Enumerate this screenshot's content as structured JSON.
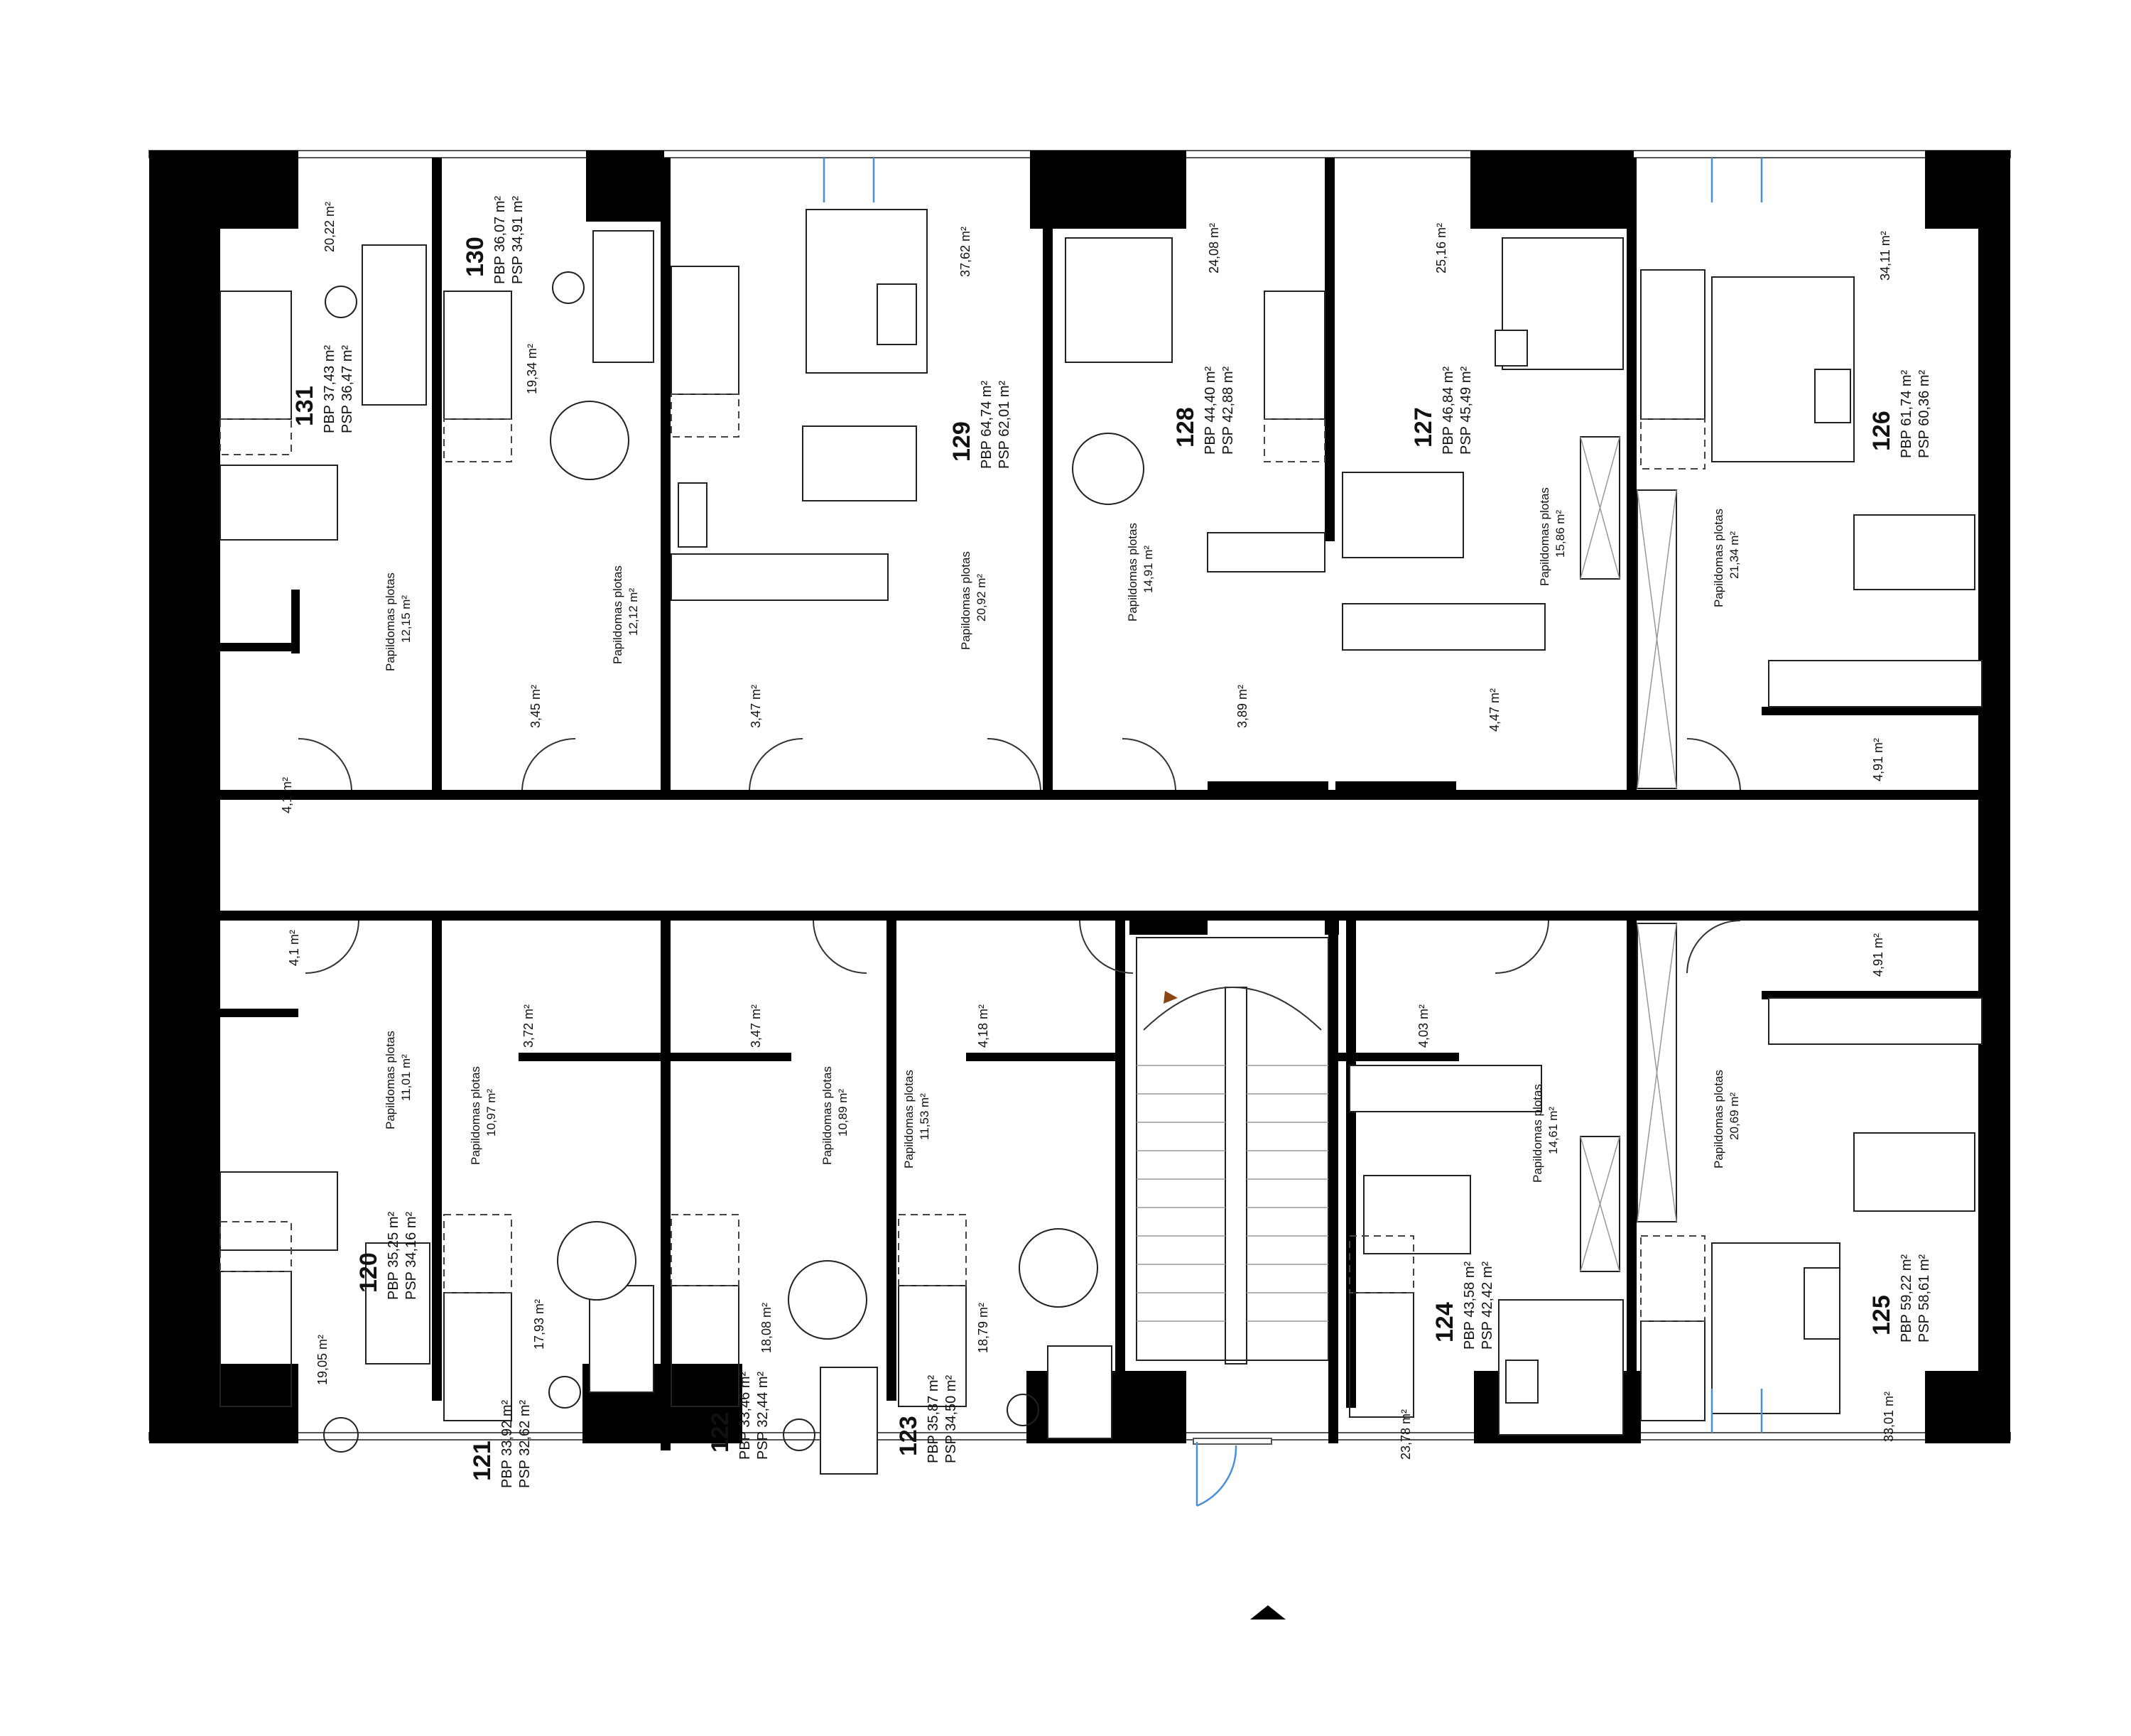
{
  "units": [
    {
      "id": "131",
      "pbp": "PBP 37,43 m²",
      "psp": "PSP 36,47 m²"
    },
    {
      "id": "130",
      "pbp": "PBP 36,07 m²",
      "psp": "PSP 34,91 m²"
    },
    {
      "id": "129",
      "pbp": "PBP 64,74 m²",
      "psp": "PSP 62,01 m²"
    },
    {
      "id": "128",
      "pbp": "PBP 44,40 m²",
      "psp": "PSP 42,88 m²"
    },
    {
      "id": "127",
      "pbp": "PBP 46,84 m²",
      "psp": "PSP 45,49 m²"
    },
    {
      "id": "126",
      "pbp": "PBP 61,74 m²",
      "psp": "PSP 60,36 m²"
    },
    {
      "id": "120",
      "pbp": "PBP 35,25 m²",
      "psp": "PSP 34,16 m²"
    },
    {
      "id": "121",
      "pbp": "PBP 33,92 m²",
      "psp": "PSP 32,62 m²"
    },
    {
      "id": "122",
      "pbp": "PBP 33,46 m²",
      "psp": "PSP 32,44 m²"
    },
    {
      "id": "123",
      "pbp": "PBP 35,87 m²",
      "psp": "PSP 34,50 m²"
    },
    {
      "id": "124",
      "pbp": "PBP 43,58 m²",
      "psp": "PSP 42,42 m²"
    },
    {
      "id": "125",
      "pbp": "PBP 59,22 m²",
      "psp": "PSP 58,61 m²"
    }
  ],
  "room_areas": [
    "20,22 m²",
    "19,34 m²",
    "37,62 m²",
    "24,08 m²",
    "25,16 m²",
    "34,11 m²",
    "3,45 m²",
    "3,47 m²",
    "3,89 m²",
    "4,47 m²",
    "4,1 m²",
    "4,1 m²",
    "4,91 m²",
    "4,91 m²",
    "3,72 m²",
    "3,47 m²",
    "4,18 m²",
    "4,03 m²",
    "19,05 m²",
    "17,93 m²",
    "18,08 m²",
    "18,79 m²",
    "23,78 m²",
    "33,01 m²"
  ],
  "extension_label": "Papildomas plotas",
  "extension_areas": [
    "12,15 m²",
    "12,12 m²",
    "20,92 m²",
    "14,91 m²",
    "15,86 m²",
    "21,34 m²",
    "11,01 m²",
    "10,97 m²",
    "10,89 m²",
    "11,53 m²",
    "14,61 m²",
    "20,69 m²"
  ],
  "colors": {
    "walls": "#000000",
    "doors_accent": "#4a90d9",
    "stair_marker": "#8b4513"
  }
}
